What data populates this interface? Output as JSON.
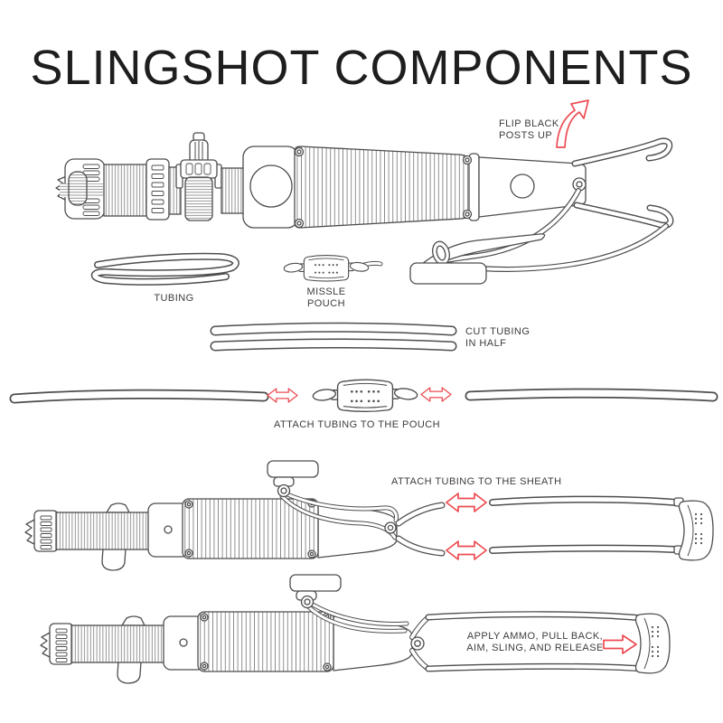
{
  "title": "SLINGSHOT COMPONENTS",
  "colors": {
    "line_art": "#4d4d4d",
    "label_text": "#3c3c3c",
    "accent_red": "#ed4c52",
    "background": "#ffffff"
  },
  "annotations": {
    "flip_black_posts": {
      "line1": "FLIP BLACK",
      "line2": "POSTS UP"
    },
    "apply_ammo": {
      "line1": "APPLY AMMO, PULL BACK,",
      "line2": "AIM, SLING, AND RELEASE"
    }
  },
  "component_labels": {
    "tubing": "TUBING",
    "missile_pouch": {
      "line1": "MISSLE",
      "line2": "POUCH"
    }
  },
  "step_labels": {
    "cut_tubing": {
      "line1": "CUT TUBING",
      "line2": "IN HALF"
    },
    "attach_pouch": "ATTACH TUBING TO THE POUCH",
    "attach_sheath": "ATTACH TUBING TO THE SHEATH"
  },
  "icons": {
    "flip_arrow": "curved-flip-up-arrow",
    "attach_arrow": "double-headed-arrow",
    "release_arrow": "right-arrow"
  }
}
